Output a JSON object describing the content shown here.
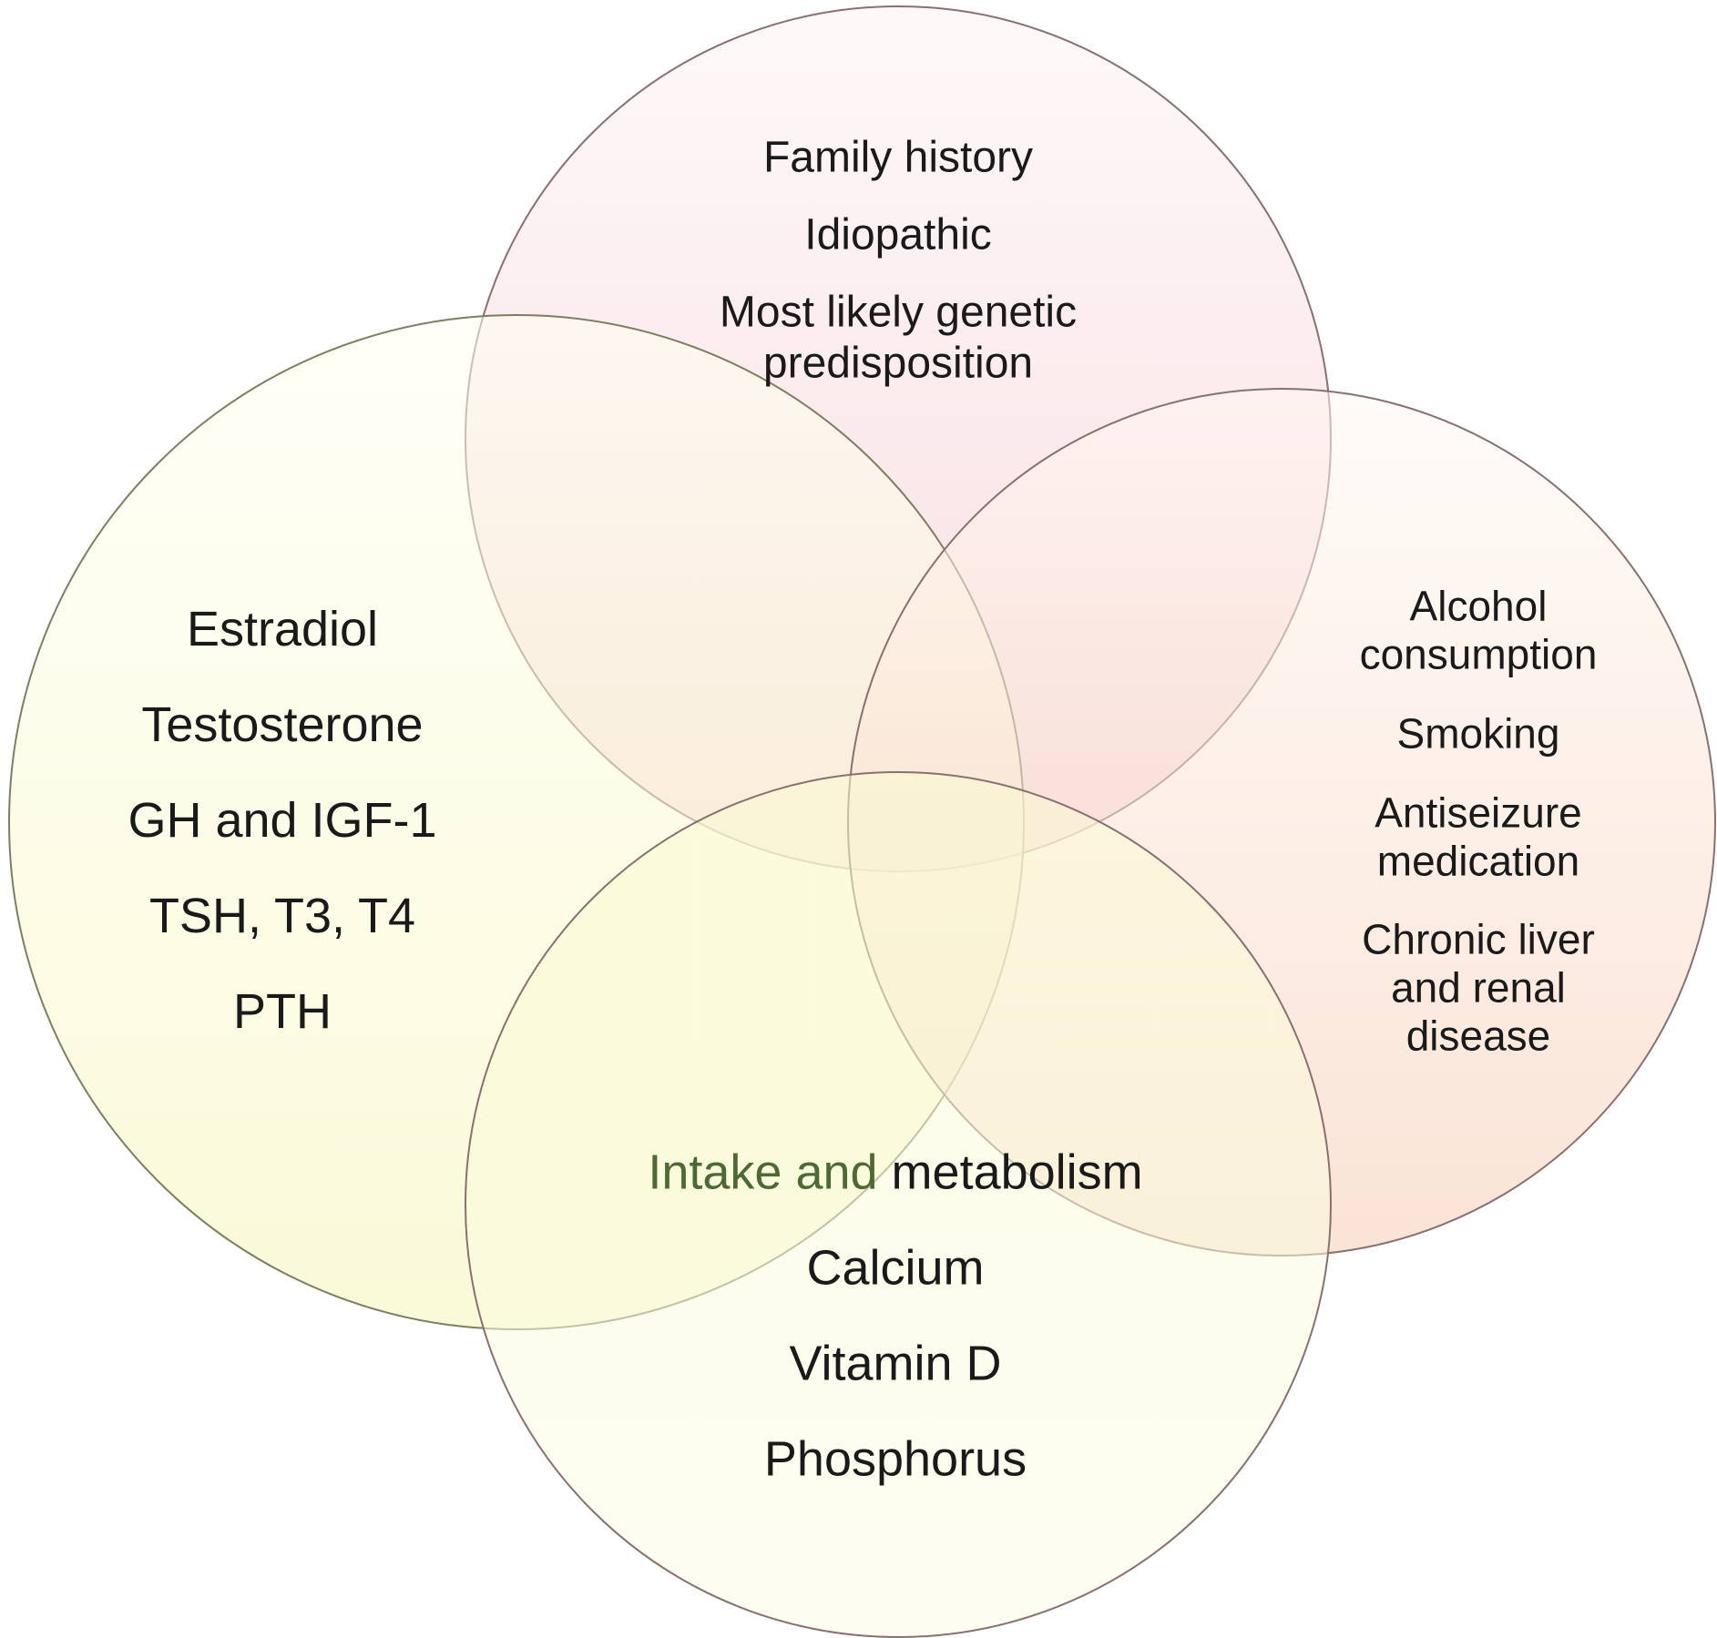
{
  "colors": {
    "top_fill": "#f7d7dc",
    "left_fill": "#fbfbd9",
    "right_fill": "#f9ded0",
    "bottom_fill": "#f7f8c6",
    "outline": "#8a7070",
    "highlight_text": "#4d6a32"
  },
  "diagram": {
    "top": {
      "lines": [
        "Family history",
        "Idiopathic",
        "Most likely genetic",
        "predisposition"
      ]
    },
    "left": {
      "lines": [
        "Estradiol",
        "Testosterone",
        "GH and IGF-1",
        "TSH, T3, T4",
        "PTH"
      ]
    },
    "right": {
      "lines": [
        "Alcohol",
        "consumption",
        "Smoking",
        "Antiseizure",
        "medication",
        "Chronic liver",
        "and renal",
        "disease"
      ]
    },
    "bottom": {
      "heading_part1": "Intake and",
      "heading_part2": " metabolism",
      "lines": [
        "Calcium",
        "Vitamin D",
        "Phosphorus"
      ]
    }
  }
}
